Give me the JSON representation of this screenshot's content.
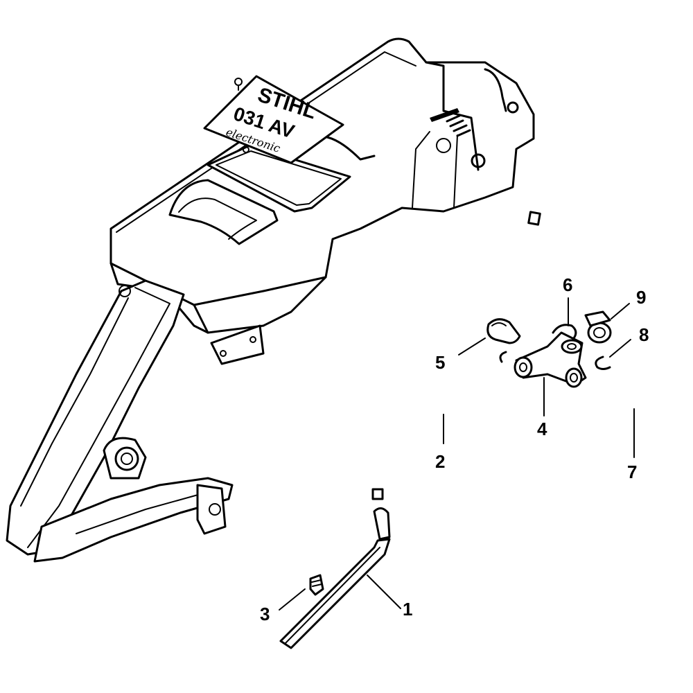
{
  "nameplate": {
    "brand": "STIHL",
    "model": "031 AV",
    "subline": "electronic"
  },
  "callouts": [
    {
      "number": "1",
      "part": "pickup-tube"
    },
    {
      "number": "2",
      "part": "hose"
    },
    {
      "number": "3",
      "part": "filter-nipple"
    },
    {
      "number": "4",
      "part": "t-connector"
    },
    {
      "number": "5",
      "part": "cap"
    },
    {
      "number": "6",
      "part": "spring-clip"
    },
    {
      "number": "7",
      "part": "hose"
    },
    {
      "number": "8",
      "part": "spring-clip"
    },
    {
      "number": "9",
      "part": "hose-clamp"
    }
  ],
  "colors": {
    "ink": "#000000",
    "paper": "#ffffff"
  }
}
